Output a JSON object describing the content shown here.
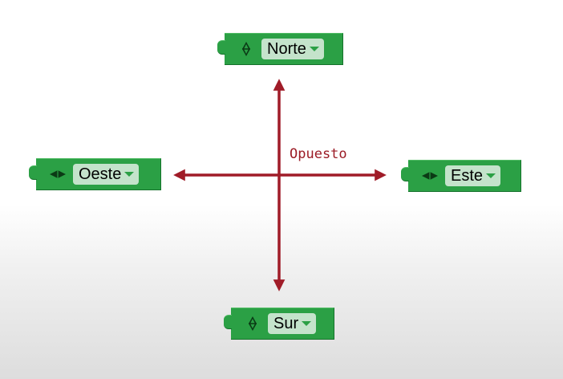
{
  "colors": {
    "block": "#2ba045",
    "dropdown": "#c4e3cb",
    "arrow": "#a01c28",
    "label": "#9b1b25"
  },
  "center_label": "Opuesto",
  "blocks": {
    "north": {
      "value": "Norte",
      "glyph": "vertical-diamond-icon"
    },
    "west": {
      "value": "Oeste",
      "glyph": "horizontal-diamond-icon"
    },
    "east": {
      "value": "Este",
      "glyph": "horizontal-diamond-icon"
    },
    "south": {
      "value": "Sur",
      "glyph": "vertical-diamond-icon"
    }
  }
}
